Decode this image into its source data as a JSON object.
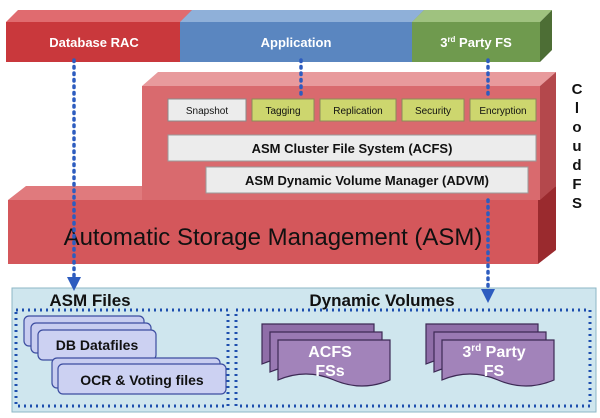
{
  "top_bars": {
    "database_rac": "Database RAC",
    "application": "Application",
    "third_party_fs_prefix": "3",
    "third_party_fs_sup": "rd",
    "third_party_fs_suffix": " Party FS"
  },
  "cloudfs_label": "CloudFS",
  "features": {
    "snapshot": "Snapshot",
    "tagging": "Tagging",
    "replication": "Replication",
    "security": "Security",
    "encryption": "Encryption"
  },
  "acfs_bar": "ASM Cluster  File System (ACFS)",
  "advm_bar": "ASM Dynamic Volume Manager (ADVM)",
  "asm_bar": "Automatic Storage Management (ASM)",
  "asm_files": {
    "heading": "ASM Files",
    "db_datafiles": "DB Datafiles",
    "ocr_voting": "OCR & Voting files"
  },
  "dynamic_volumes": {
    "heading": "Dynamic Volumes",
    "acfs_line1": "ACFS",
    "acfs_line2": "FSs",
    "third_line1_prefix": "3",
    "third_line1_sup": "rd",
    "third_line1_suffix": " Party",
    "third_line2": "FS"
  },
  "colors": {
    "red_face": "#c9383c",
    "red_top": "#e06b6f",
    "red_side": "#8e1f22",
    "blue_face": "#5a86c0",
    "blue_top": "#8fb0d9",
    "blue_side": "#3d5f8d",
    "green_face": "#6f9a4e",
    "green_top": "#9fc27f",
    "green_side": "#4d6e35",
    "pink_face": "#d96a6e",
    "pink_top": "#e89a9c",
    "pink_side": "#b4484c",
    "asm_face": "#d4575b",
    "feature_green": "#cdd66e",
    "light_box": "#ececec",
    "bottom_bg": "#cfe6ee",
    "purple": "#9a79b3",
    "dot_blue": "#2d5cbf"
  }
}
